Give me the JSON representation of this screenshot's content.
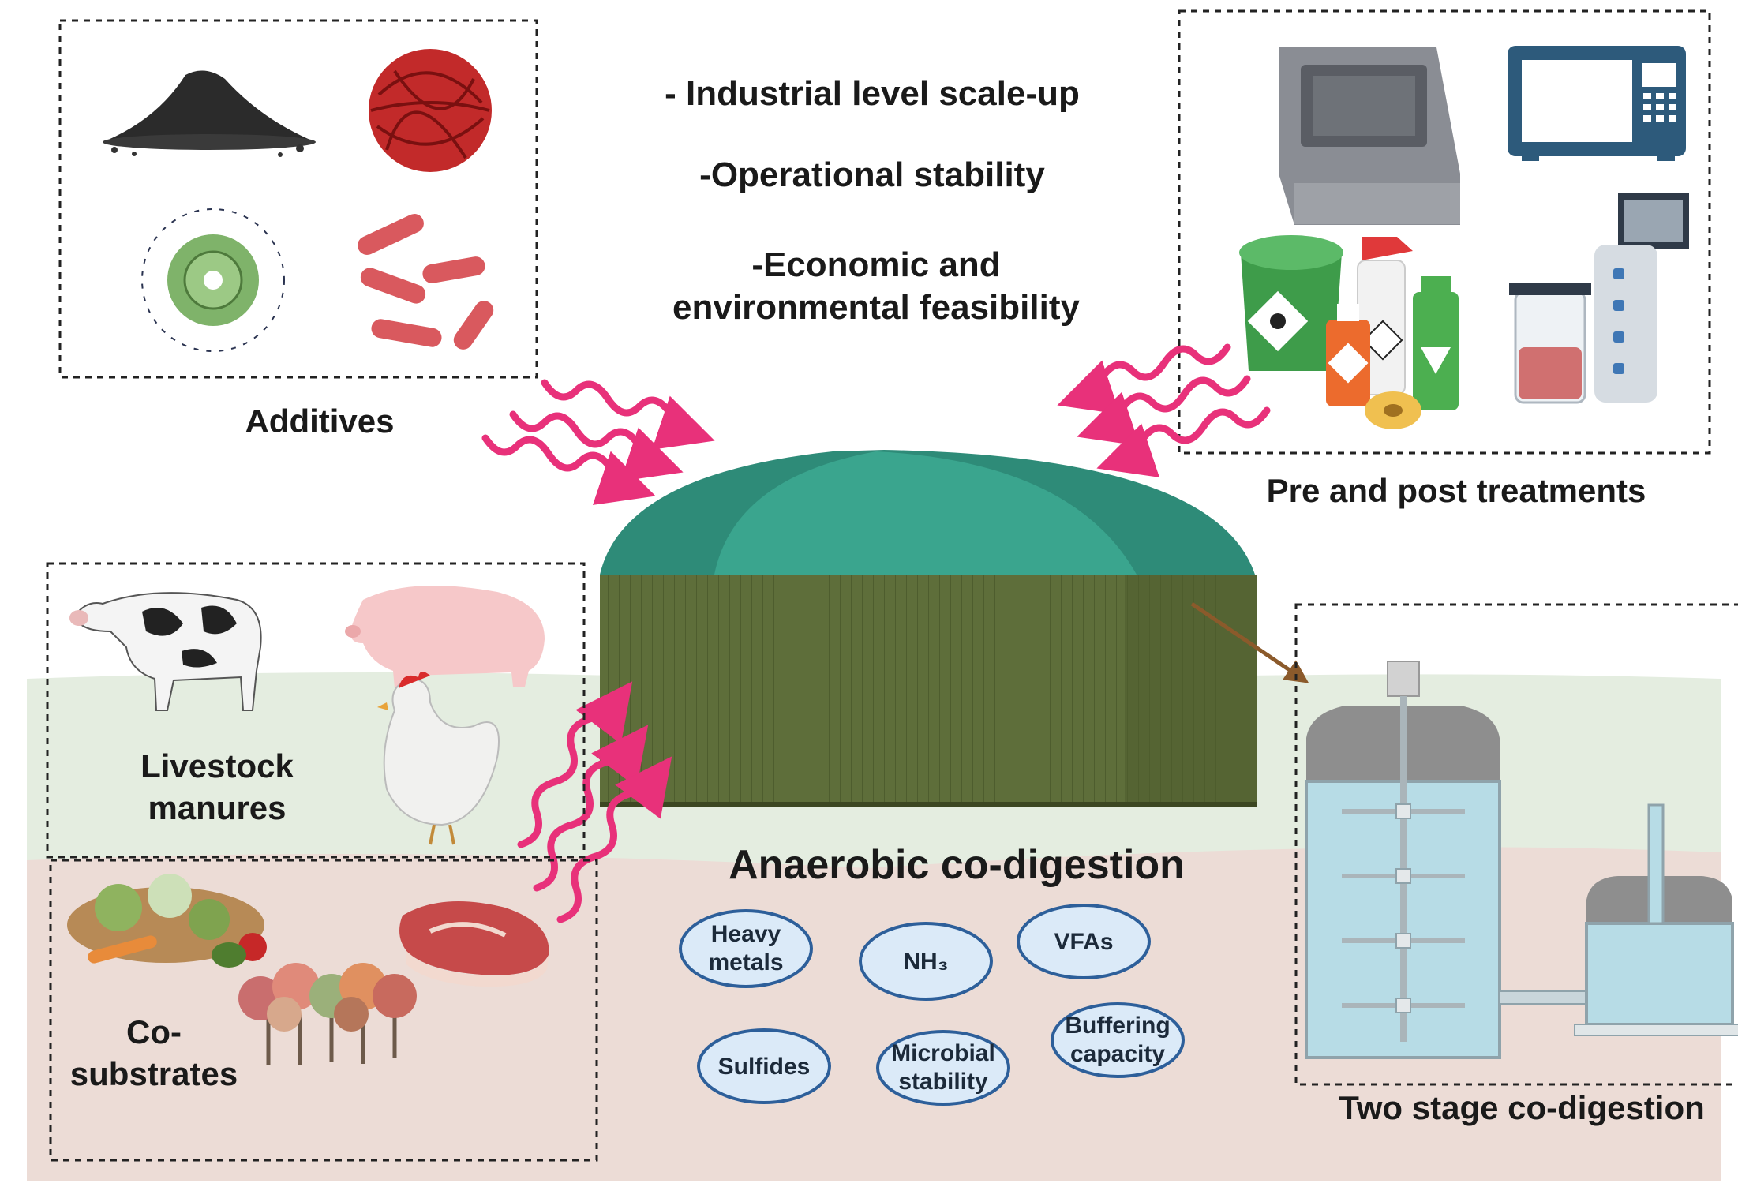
{
  "title": "Anaerobic co-digestion",
  "challenges": [
    "- Industrial level scale-up",
    "-Operational stability",
    "-Economic and",
    "environmental feasibility"
  ],
  "panels": {
    "additives": "Additives",
    "pretreatments": "Pre and post treatments",
    "livestock": [
      "Livestock",
      "manures"
    ],
    "cosubstrates": [
      "Co-",
      "substrates"
    ],
    "twostage": "Two stage co-digestion"
  },
  "factors": [
    [
      "Heavy",
      "metals"
    ],
    [
      "NH₃"
    ],
    [
      "VFAs"
    ],
    [
      "Sulfides"
    ],
    [
      "Microbial",
      "stability"
    ],
    [
      "Buffering",
      "capacity"
    ]
  ],
  "colors": {
    "dome": "#2e8b78",
    "tank": "#5e6e3a",
    "arrow": "#e8317a",
    "outflow_arrow": "#8b5a2b",
    "bubble_fill": "#dbeaf8",
    "bubble_stroke": "#2d5f9a",
    "ground_green": "#e4ede0",
    "ground_brown": "#ecdcd6"
  }
}
